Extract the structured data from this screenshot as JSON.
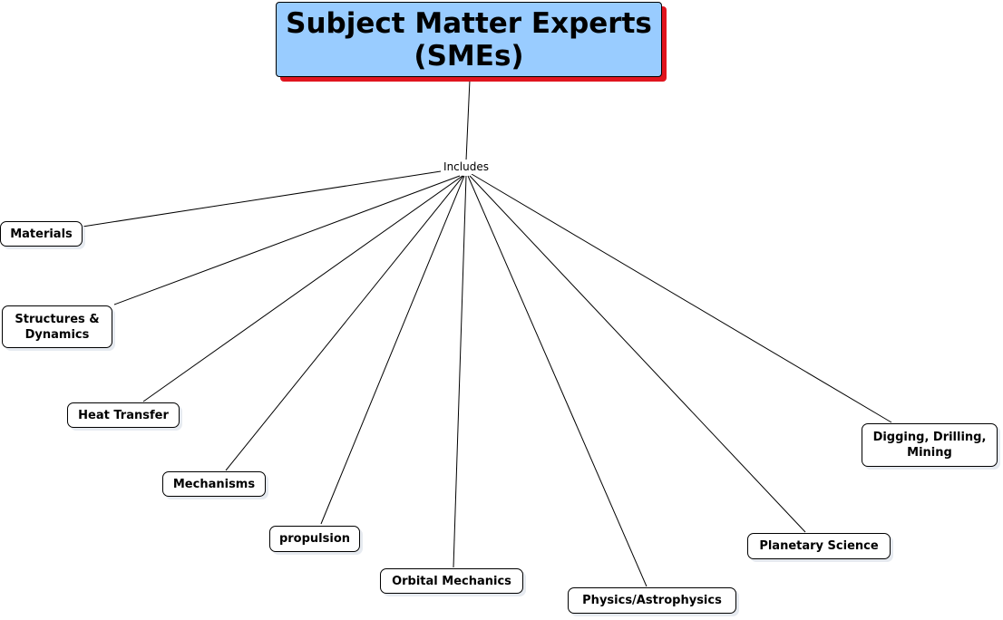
{
  "root": {
    "title": "Subject Matter Experts\n(SMEs)",
    "fill_color": "#99ccff",
    "shadow_color": "#e0141e"
  },
  "link_label": "Includes",
  "concepts": [
    {
      "label": "Materials"
    },
    {
      "label": "Structures &\nDynamics"
    },
    {
      "label": "Heat Transfer"
    },
    {
      "label": "Mechanisms"
    },
    {
      "label": "propulsion"
    },
    {
      "label": "Orbital Mechanics"
    },
    {
      "label": "Physics/Astrophysics"
    },
    {
      "label": "Planetary Science"
    },
    {
      "label": "Digging, Drilling,\nMining"
    }
  ]
}
